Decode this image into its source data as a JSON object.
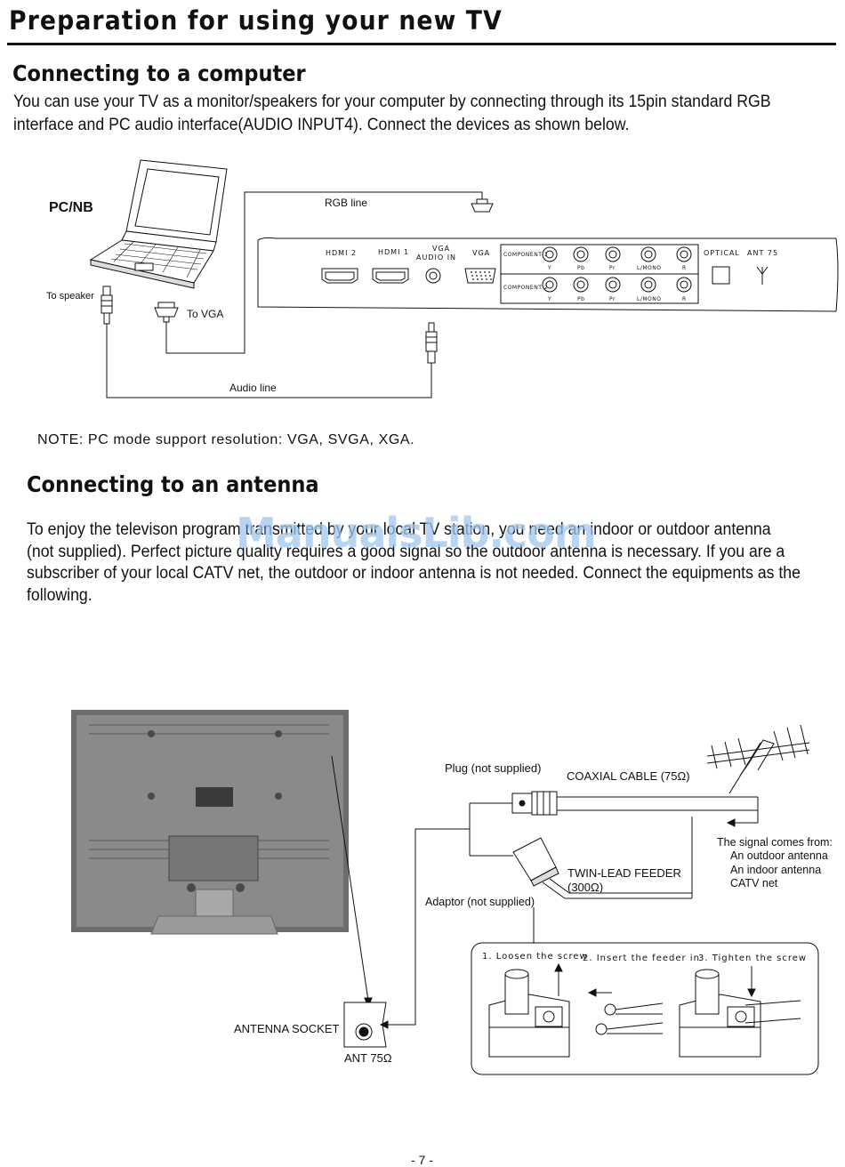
{
  "page_title": "Preparation for using your new TV",
  "computer_section": {
    "heading": "Connecting to a  computer",
    "paragraph_lines": [
      "You can use your TV as a monitor/speakers for your computer by connecting through its 15pin standard RGB",
      " interface  and PC audio interface(AUDIO INPUT4). Connect the devices as shown below."
    ],
    "diagram": {
      "pc_label": "PC/NB",
      "rgb_line": "RGB line",
      "to_speaker": "To speaker",
      "to_vga": "To VGA",
      "audio_line": "Audio line",
      "ports": {
        "hdmi2": "HDMI 2",
        "hdmi1": "HDMI 1",
        "vga_audio_in_1": "VGA",
        "vga_audio_in_2": "AUDIO IN",
        "vga": "VGA",
        "component1": "COMPONENT 1",
        "component2": "COMPONENT 2",
        "optical": "OPTICAL",
        "ant75": "ANT 75",
        "y": "Y",
        "pb": "Pb",
        "pr": "Pr",
        "lmono": "L/MONO",
        "r": "R"
      }
    },
    "note": "NOTE: PC mode support resolution: VGA, SVGA, XGA."
  },
  "antenna_section": {
    "heading": "Connecting to an antenna",
    "paragraph_lines": [
      "To enjoy the televison program transmitted by your local TV station, you need an indoor or outdoor antenna",
      " (not supplied). Perfect picture quality requires a good signal so the outdoor antenna is necessary. If you are a",
      " subscriber of your local CATV net, the outdoor  or indoor antenna is not needed. Connect the equipments as the",
      " following."
    ],
    "diagram": {
      "plug": "Plug (not supplied)",
      "coaxial": "COAXIAL CABLE (75Ω)",
      "signal_from": "The signal comes from:",
      "outdoor": "An outdoor antenna",
      "indoor": "An indoor antenna",
      "catv": "CATV net",
      "twin_lead_1": "TWIN-LEAD FEEDER",
      "twin_lead_2": "(300Ω)",
      "adaptor": "Adaptor (not supplied)",
      "step1": "1. Loosen the screw",
      "step2": "2. Insert the feeder in",
      "step3": "3. Tighten the screw",
      "antenna_socket": "ANTENNA SOCKET",
      "ant75": "ANT 75Ω"
    }
  },
  "watermark": "ManualsLib.com",
  "page_number": "- 7 -"
}
